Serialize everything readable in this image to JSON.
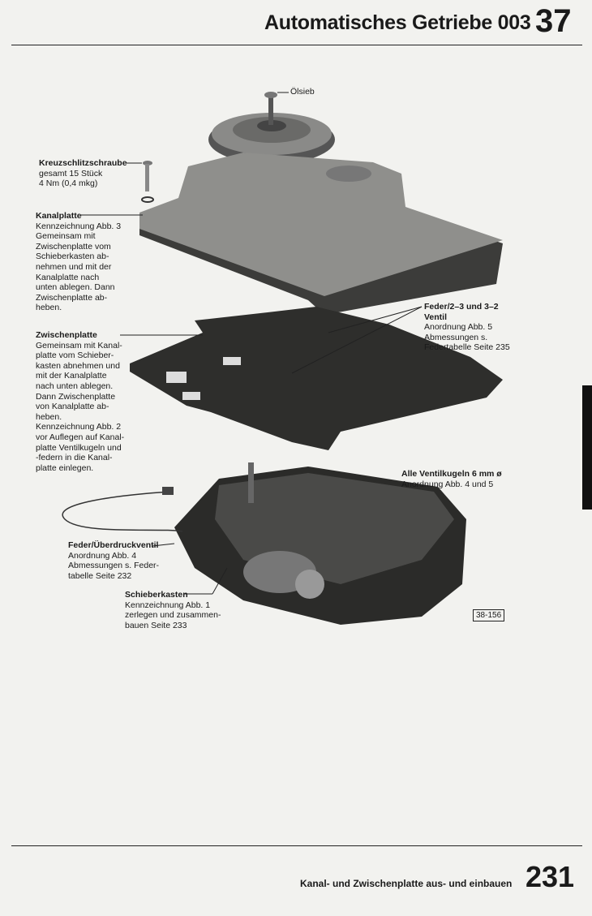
{
  "header": {
    "title": "Automatisches Getriebe 003",
    "chapter": "37"
  },
  "labels": {
    "oelsieb": {
      "title": "Ölsieb"
    },
    "schraube": {
      "title": "Kreuzschlitzschraube",
      "lines": [
        "gesamt 15 Stück",
        "4 Nm (0,4 mkg)"
      ]
    },
    "kanalplatte": {
      "title": "Kanalplatte",
      "lines": [
        "Kennzeichnung Abb. 3",
        "Gemeinsam mit",
        "Zwischenplatte vom",
        "Schieberkasten ab-",
        "nehmen und mit der",
        "Kanalplatte nach",
        "unten ablegen. Dann",
        "Zwischenplatte ab-",
        "heben."
      ]
    },
    "zwischenplatte": {
      "title": "Zwischenplatte",
      "lines": [
        "Gemeinsam mit Kanal-",
        "platte vom Schieber-",
        "kasten abnehmen und",
        "mit der Kanalplatte",
        "nach unten ablegen.",
        "Dann Zwischenplatte",
        "von Kanalplatte ab-",
        "heben.",
        "Kennzeichnung Abb. 2",
        "vor Auflegen auf Kanal-",
        "platte Ventilkugeln und",
        "-federn in die Kanal-",
        "platte einlegen."
      ]
    },
    "feder23": {
      "title": "Feder/2–3 und 3–2",
      "title2": "Ventil",
      "lines": [
        "Anordnung Abb. 5",
        "Abmessungen s.",
        "Federtabelle Seite 235"
      ]
    },
    "ventilkugeln": {
      "title": "Alle Ventilkugeln 6 mm ø",
      "lines": [
        "Anordnung Abb. 4 und 5"
      ]
    },
    "ueberdruck": {
      "title": "Feder/Überdruckventil",
      "lines": [
        "Anordnung Abb. 4",
        "Abmessungen s. Feder-",
        "tabelle Seite 232"
      ]
    },
    "schieberkasten": {
      "title": "Schieberkasten",
      "lines": [
        "Kennzeichnung Abb. 1",
        "zerlegen und zusammen-",
        "bauen Seite 233"
      ]
    }
  },
  "figure_id": "38-156",
  "footer": {
    "title": "Kanal- und Zwischenplatte aus- und einbauen",
    "page": "231"
  }
}
